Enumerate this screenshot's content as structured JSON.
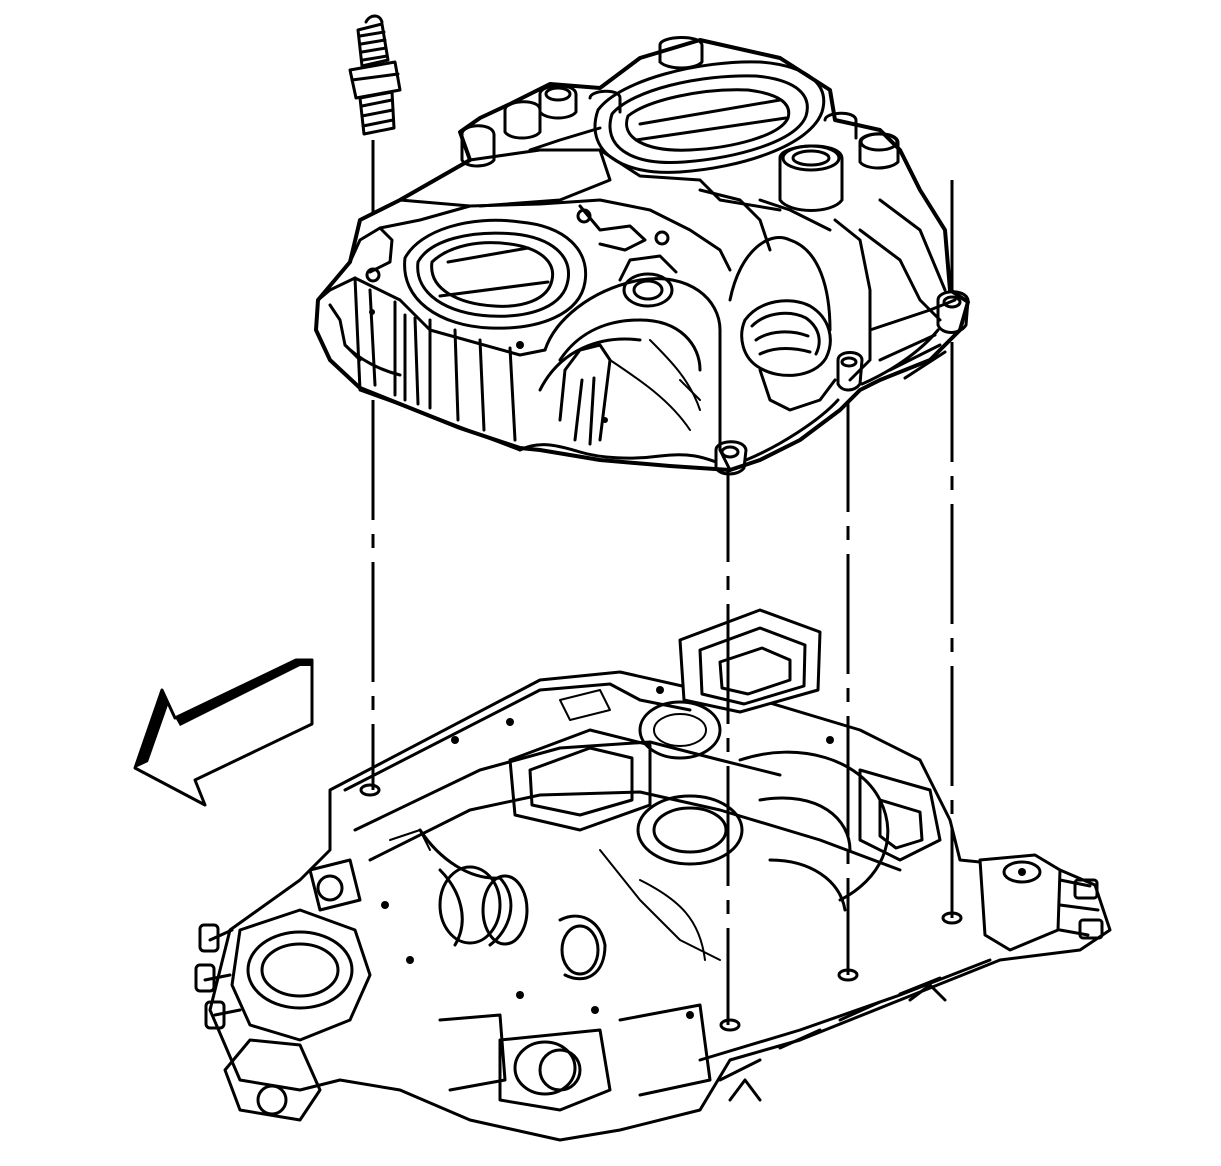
{
  "diagram": {
    "components": [
      {
        "id": "bolt",
        "icon": "bolt-icon"
      },
      {
        "id": "upper-intake-manifold",
        "icon": "upper-intake-manifold-icon"
      },
      {
        "id": "lower-intake-manifold",
        "icon": "lower-intake-manifold-icon"
      },
      {
        "id": "direction-arrow",
        "icon": "arrow-icon"
      }
    ],
    "guide_line_count": 4,
    "colors": {
      "line": "#000000",
      "background": "#ffffff",
      "arrow_shade": "#000000"
    }
  }
}
